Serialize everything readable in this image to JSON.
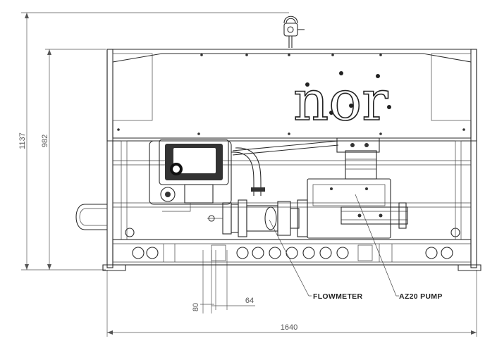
{
  "dimensions": {
    "total_height": "1137",
    "frame_height": "982",
    "width": "1640",
    "dim_80": "80",
    "dim_64": "64"
  },
  "labels": {
    "flowmeter": "FLOWMETER",
    "pump": "AZ20 PUMP"
  },
  "logo": {
    "text": "nor"
  }
}
